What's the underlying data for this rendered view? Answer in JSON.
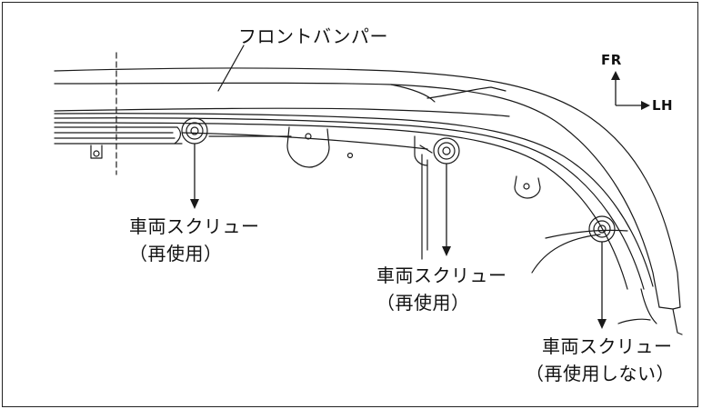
{
  "diagram": {
    "part_label": "フロントバンパー",
    "direction": {
      "forward": "FR",
      "left": "LH"
    },
    "screws": [
      {
        "name": "車両スクリュー",
        "note": "（再使用）"
      },
      {
        "name": "車両スクリュー",
        "note": "（再使用）"
      },
      {
        "name": "車両スクリュー",
        "note": "（再使用しない）"
      }
    ]
  }
}
